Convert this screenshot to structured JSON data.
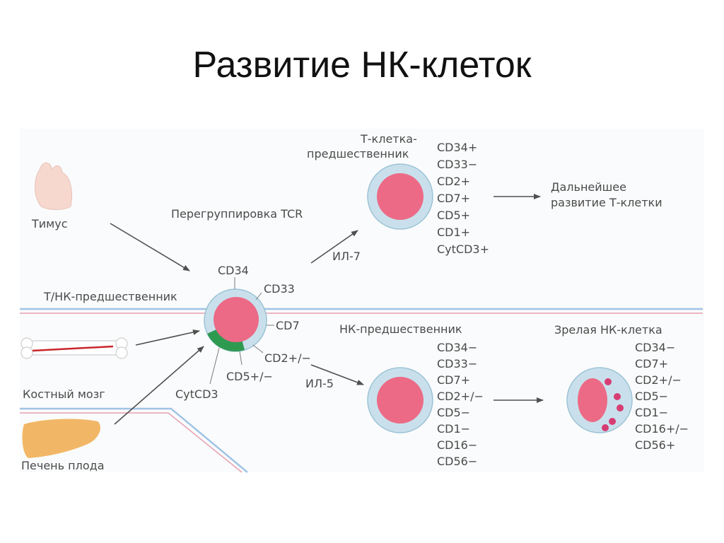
{
  "title": "Развитие НК-клеток",
  "labels": {
    "thymus": "Тимус",
    "tcr": "Перегруппировка TCR",
    "tnk_precursor": "Т/НК-предшественник",
    "bone_marrow": "Костный мозг",
    "fetal_liver": "Печень плода",
    "il7": "ИЛ-7",
    "il5": "ИЛ-5",
    "t_precursor_line1": "Т-клетка-",
    "t_precursor_line2": "предшественник",
    "further_line1": "Дальнейшее",
    "further_line2": "развитие Т-клетки",
    "nk_precursor": "НК-предшественник",
    "mature_nk": "Зрелая НК-клетка"
  },
  "central_markers": {
    "cd34": "CD34",
    "cd33": "CD33",
    "cd7": "CD7",
    "cd2": "CD2+/−",
    "cd5": "CD5+/−",
    "cytcd3": "CytCD3"
  },
  "t_cell_markers": [
    "CD34+",
    "CD33−",
    "CD2+",
    "CD7+",
    "CD5+",
    "CD1+",
    "CytCD3+"
  ],
  "nk_precursor_markers": [
    "CD34−",
    "CD33−",
    "CD7+",
    "CD2+/−",
    "CD5−",
    "CD1−",
    "CD16−",
    "CD56−"
  ],
  "mature_nk_markers": [
    "CD34−",
    "CD7+",
    "CD2+/−",
    "CD5−",
    "CD1−",
    "CD16+/−",
    "CD56+"
  ],
  "colors": {
    "nucleus": "#ec6a86",
    "cytoplasm": "#c9e0ec",
    "cell_border": "#9cc3d6",
    "green_segment": "#2e9a50",
    "granule": "#d63d72",
    "thymus": "#f6d8cf",
    "liver": "#f2b766",
    "bone_line": "#c9262b",
    "separator_blue": "#9fc4e6",
    "separator_pink": "#e7a0b0",
    "arrow": "#505050"
  }
}
